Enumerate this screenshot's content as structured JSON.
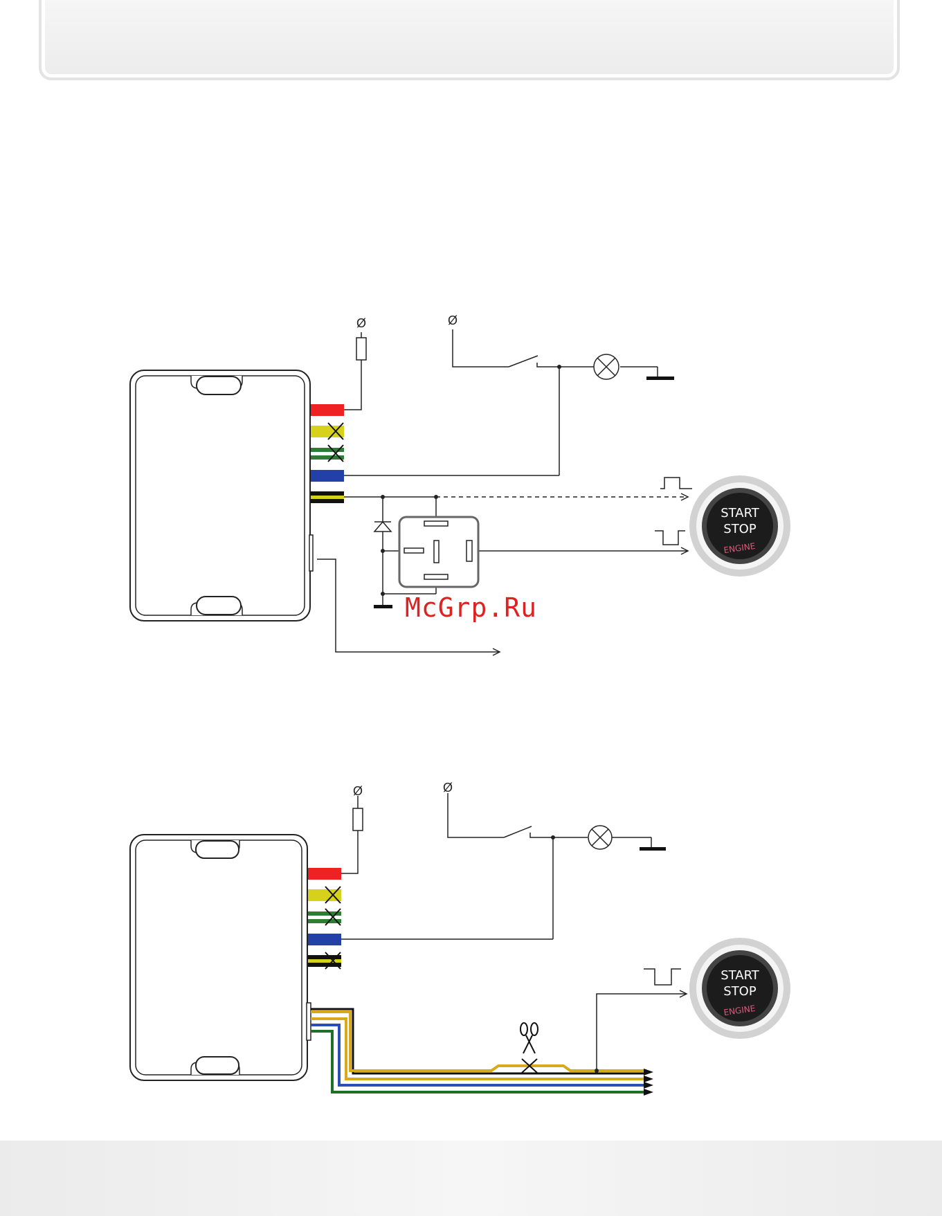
{
  "header": {
    "title": ""
  },
  "watermark": "McGrp.Ru",
  "start_stop_button": {
    "line1": "START",
    "line2": "STOP",
    "engine": "ENGINE"
  },
  "symbols": {
    "terminal": "Ø"
  },
  "wire_colors": {
    "red": "#ee2222",
    "yellow": "#d6d21c",
    "green": "#2e7d34",
    "blue": "#2340a8",
    "black_yellow": "#111111",
    "bus_yellow": "#d8a91a",
    "bus_blue": "#2a4fb8",
    "bus_green": "#1f6e2a"
  }
}
